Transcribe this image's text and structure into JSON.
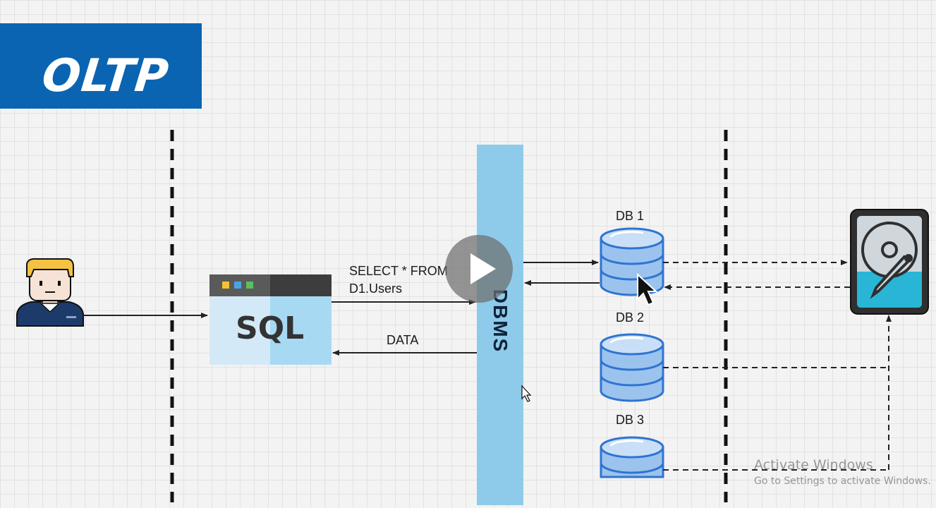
{
  "title": "OLTP",
  "query_label_line1": "SELECT * FROM",
  "query_label_line2": "D1.Users",
  "response_label": "DATA",
  "sql_label": "SQL",
  "dbms_label": "DBMS",
  "databases": [
    {
      "label": "DB 1"
    },
    {
      "label": "DB 2"
    },
    {
      "label": "DB 3"
    }
  ],
  "icons": {
    "user": "user-avatar-icon",
    "sql_window": "sql-window-icon",
    "database": "database-icon",
    "storage": "hard-drive-icon",
    "play": "play-icon",
    "cursor": "mouse-cursor-icon"
  },
  "colors": {
    "banner": "#0a64b2",
    "dbms_bar": "#8ecbea",
    "db_fill": "#9cc3ee",
    "db_stroke": "#2f74d0",
    "drive_teal": "#29b6d6"
  },
  "watermark": {
    "title": "Activate Windows",
    "subtitle": "Go to Settings to activate Windows."
  }
}
